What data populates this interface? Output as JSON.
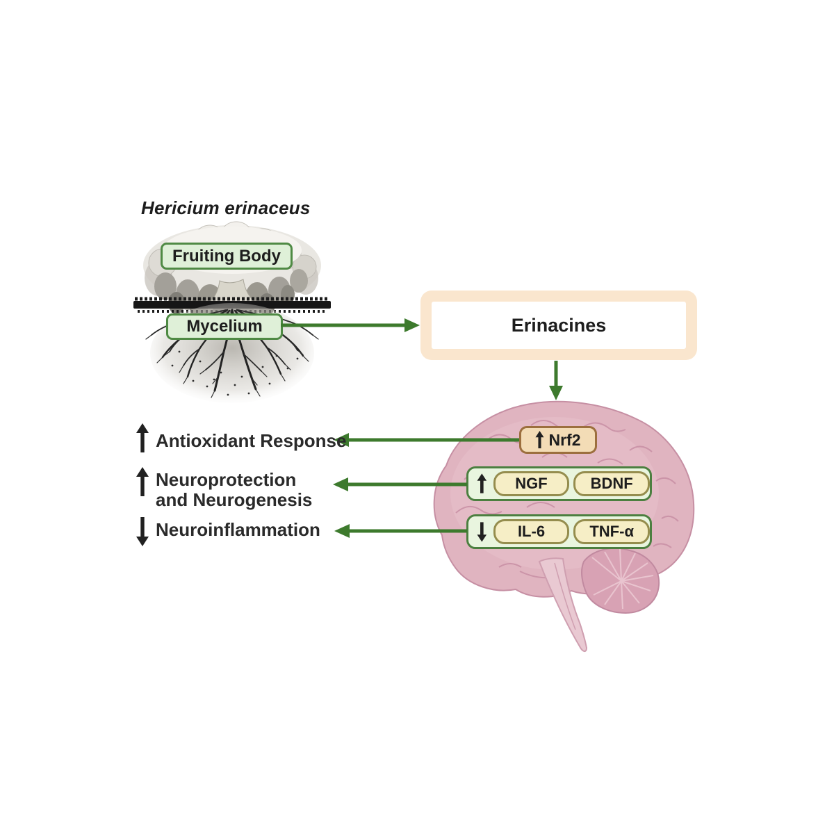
{
  "title": "Hericium erinaceus",
  "mushroom": {
    "fruiting_body_label": "Fruiting Body",
    "mycelium_label": "Mycelium"
  },
  "compound_box": {
    "label": "Erinacines"
  },
  "brain_markers": {
    "nrf2": {
      "direction": "up",
      "label": "Nrf2"
    },
    "neurotrophins": {
      "direction": "up",
      "items": [
        "NGF",
        "BDNF"
      ]
    },
    "cytokines": {
      "direction": "down",
      "items": [
        "IL-6",
        "TNF-α"
      ]
    }
  },
  "effects": [
    {
      "direction": "up",
      "line1": "Antioxidant Response",
      "line2": ""
    },
    {
      "direction": "up",
      "line1": "Neuroprotection",
      "line2": "and Neurogenesis"
    },
    {
      "direction": "down",
      "line1": "Neuroinflammation",
      "line2": ""
    }
  ],
  "colors": {
    "arrow_green": "#3d7a2d",
    "label_box_fill": "#dff0d8",
    "label_box_border": "#4f8a44",
    "compound_frame": "#fae6ce",
    "nrf2_fill": "#f3dcb6",
    "nrf2_border": "#9c6f3e",
    "marker_box_fill": "#e9f5df",
    "marker_box_border": "#4c7f40",
    "pill_fill": "#f6eec6",
    "pill_border": "#958d4e",
    "brain_fill": "#e0b4c0",
    "brain_stroke": "#c68fa3",
    "black_arrow": "#212121",
    "text_dark": "#1d1d1d"
  }
}
